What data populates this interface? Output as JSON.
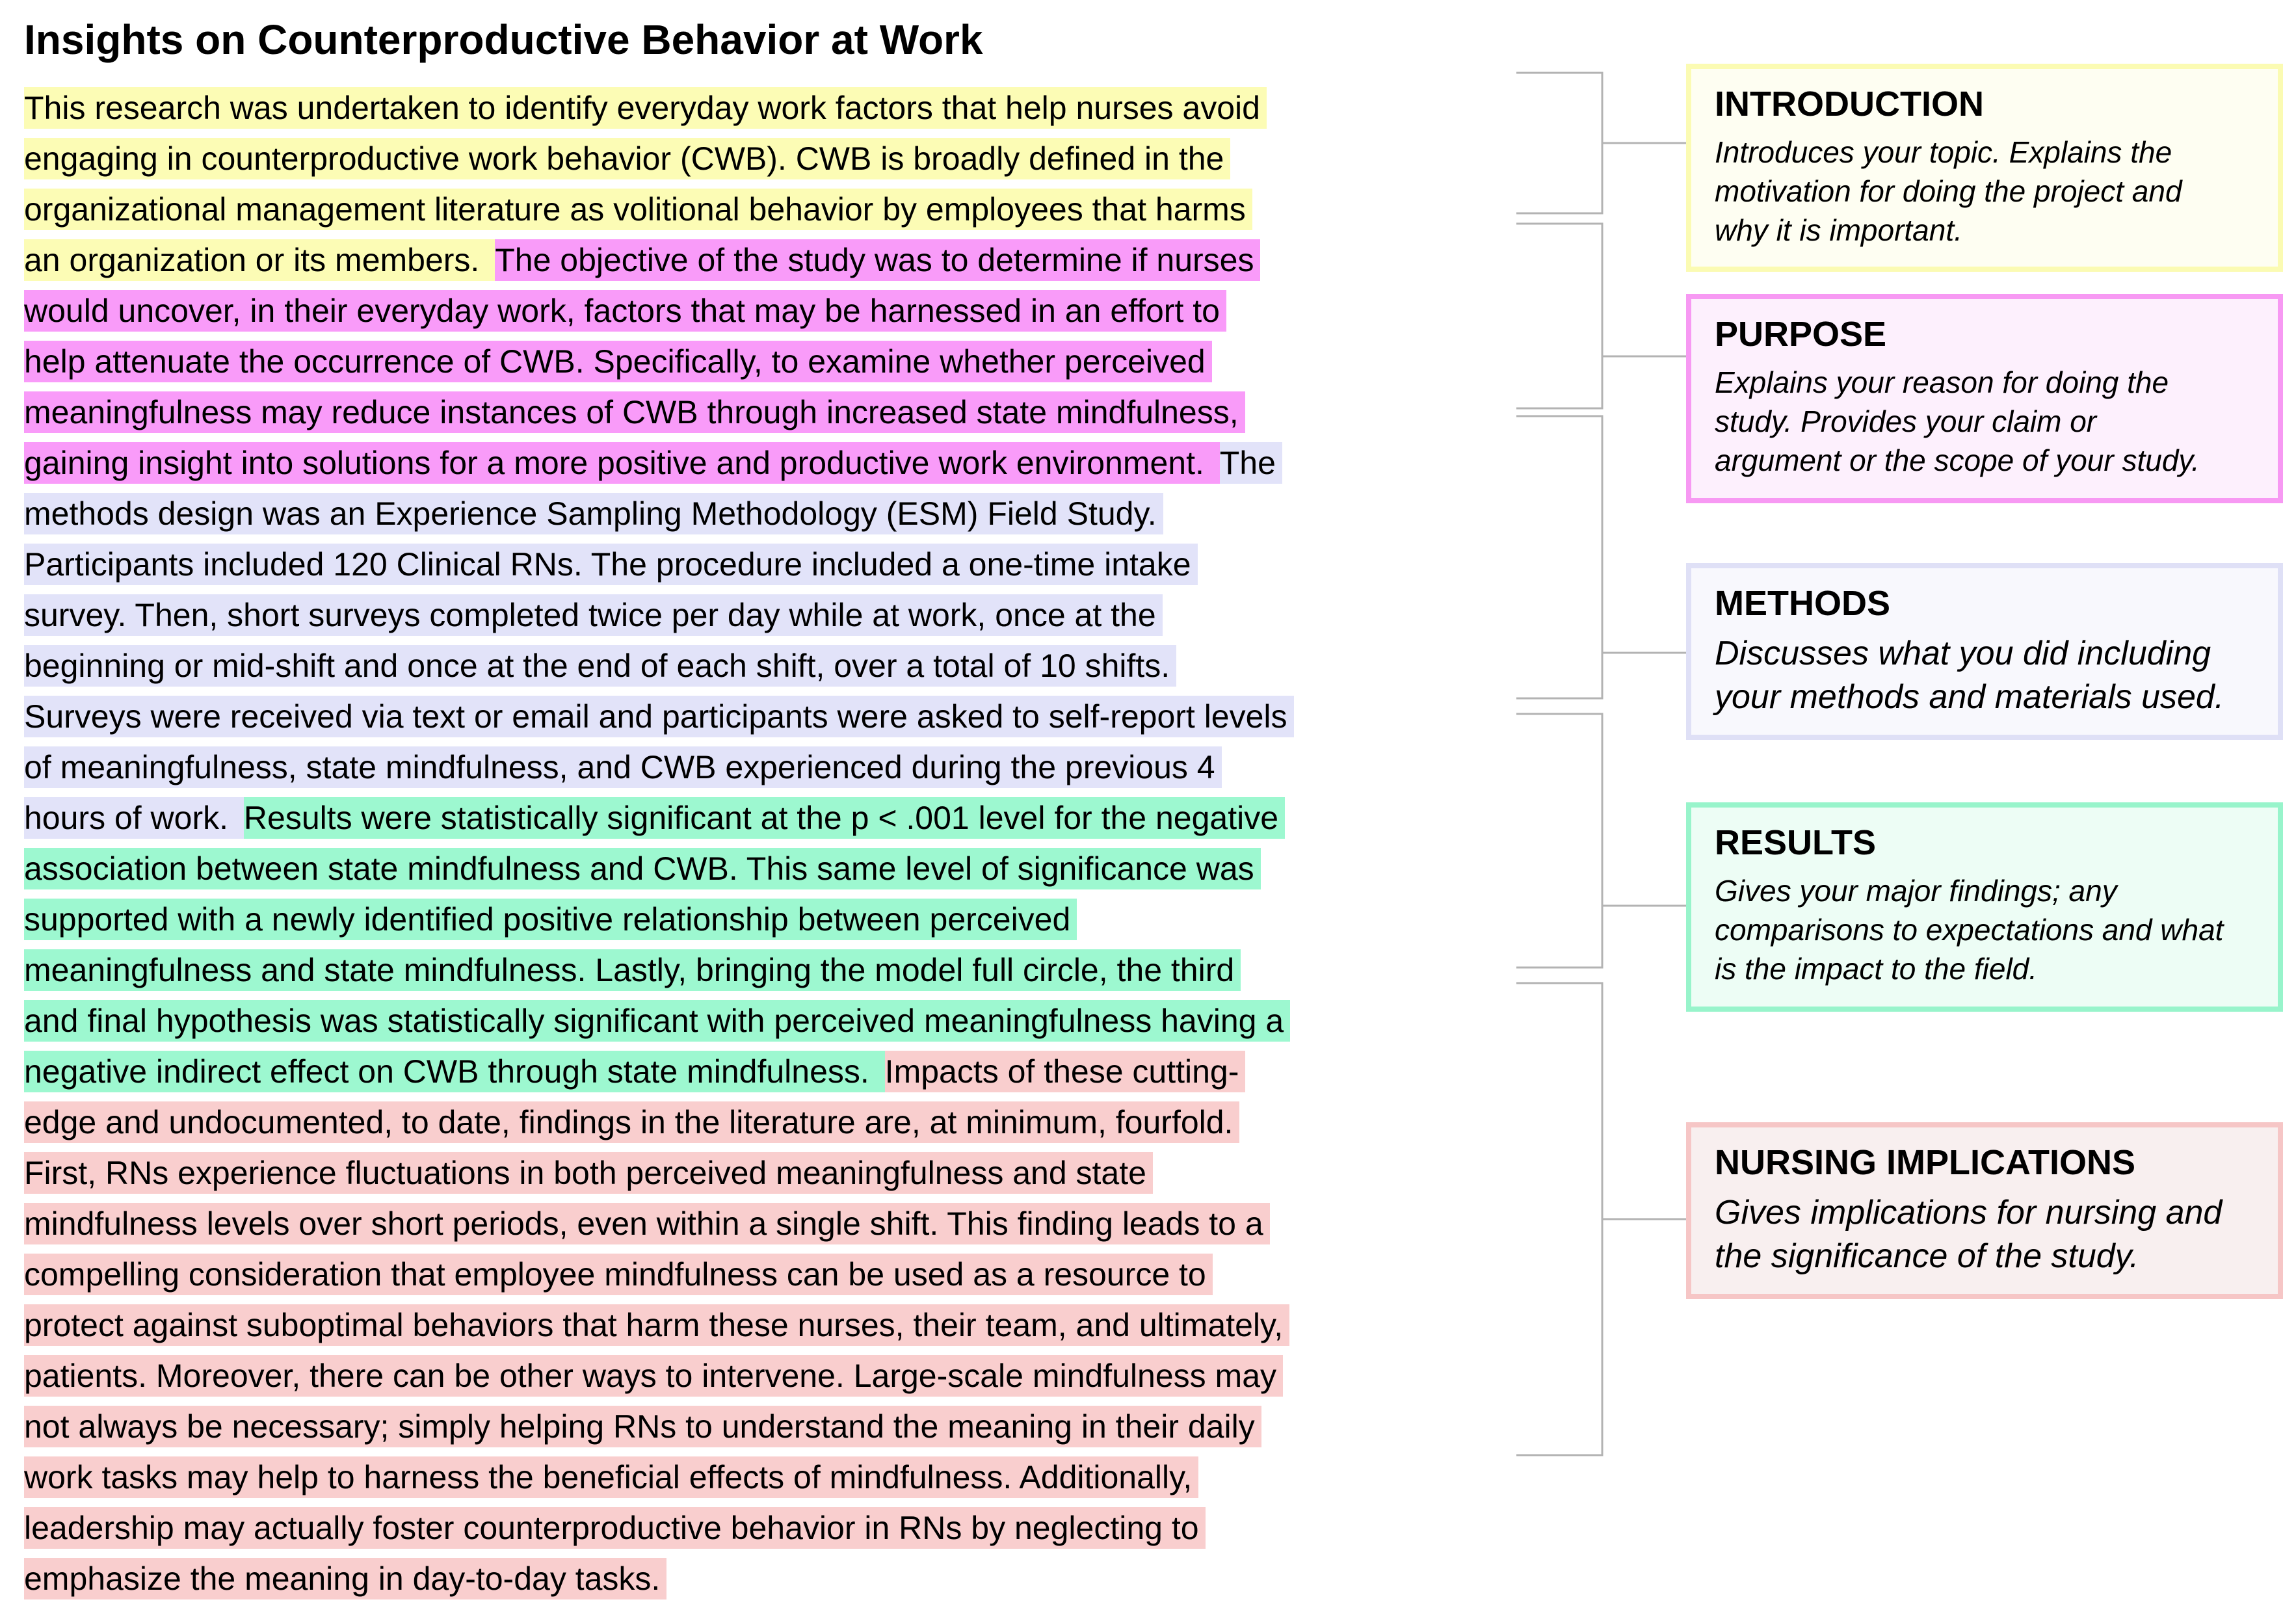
{
  "title": "Insights on Counterproductive Behavior at Work",
  "colors": {
    "introduction": {
      "highlight": "#fcfcb5",
      "box_fill": "#fefef2",
      "box_border": "#fbfbb3"
    },
    "purpose": {
      "highlight": "#f99bf9",
      "box_fill": "#fdf0fd",
      "box_border": "#f799f3"
    },
    "methods": {
      "highlight": "#e2e3f9",
      "box_fill": "#f8f8fd",
      "box_border": "#dfe0f6"
    },
    "results": {
      "highlight": "#9df8d0",
      "box_fill": "#edfdf5",
      "box_border": "#98f4cb"
    },
    "nursing": {
      "highlight": "#f9cece",
      "box_fill": "#f8efef",
      "box_border": "#f6c6c6"
    },
    "bracket": "#b3b3b3"
  },
  "abstract_lines": [
    {
      "segs": [
        {
          "cat": "introduction",
          "text": "This research was undertaken to identify everyday work factors that help nurses avoid"
        }
      ]
    },
    {
      "segs": [
        {
          "cat": "introduction",
          "text": "engaging in counterproductive work behavior (CWB). CWB is broadly defined in the"
        }
      ]
    },
    {
      "segs": [
        {
          "cat": "introduction",
          "text": "organizational management literature as volitional behavior by employees that harms"
        }
      ]
    },
    {
      "segs": [
        {
          "cat": "introduction",
          "text": "an organization or its members.  "
        },
        {
          "cat": "purpose",
          "text": "The objective of the study was to determine if nurses"
        }
      ]
    },
    {
      "segs": [
        {
          "cat": "purpose",
          "text": "would uncover, in their everyday work, factors that may be harnessed in an effort to"
        }
      ]
    },
    {
      "segs": [
        {
          "cat": "purpose",
          "text": "help attenuate the occurrence of CWB. Specifically, to examine whether perceived"
        }
      ]
    },
    {
      "segs": [
        {
          "cat": "purpose",
          "text": "meaningfulness may reduce instances of CWB through increased state mindfulness,"
        }
      ]
    },
    {
      "segs": [
        {
          "cat": "purpose",
          "text": "gaining insight into solutions for a more positive and productive work environment. "
        },
        {
          "cat": "methods",
          "text": "The"
        }
      ]
    },
    {
      "segs": [
        {
          "cat": "methods",
          "text": "methods design was an Experience Sampling Methodology (ESM) Field Study."
        }
      ]
    },
    {
      "segs": [
        {
          "cat": "methods",
          "text": "Participants included 120 Clinical RNs. The procedure included a one-time intake"
        }
      ]
    },
    {
      "segs": [
        {
          "cat": "methods",
          "text": "survey. Then, short surveys completed twice per day while at work, once at the"
        }
      ]
    },
    {
      "segs": [
        {
          "cat": "methods",
          "text": "beginning or mid-shift and once at the end of each shift, over a total of 10 shifts."
        }
      ]
    },
    {
      "segs": [
        {
          "cat": "methods",
          "text": "Surveys were received via text or email and participants were asked to self-report levels"
        }
      ]
    },
    {
      "segs": [
        {
          "cat": "methods",
          "text": "of meaningfulness, state mindfulness, and CWB experienced during the previous 4"
        }
      ]
    },
    {
      "segs": [
        {
          "cat": "methods",
          "text": "hours of work.  "
        },
        {
          "cat": "results",
          "text": "Results were statistically significant at the p < .001 level for the negative"
        }
      ]
    },
    {
      "segs": [
        {
          "cat": "results",
          "text": "association between state mindfulness and CWB. This same level of significance was"
        }
      ]
    },
    {
      "segs": [
        {
          "cat": "results",
          "text": "supported with a newly identified positive relationship between perceived"
        }
      ]
    },
    {
      "segs": [
        {
          "cat": "results",
          "text": "meaningfulness and state mindfulness. Lastly, bringing the model full circle, the third"
        }
      ]
    },
    {
      "segs": [
        {
          "cat": "results",
          "text": "and final hypothesis was statistically significant with perceived meaningfulness having a"
        }
      ]
    },
    {
      "segs": [
        {
          "cat": "results",
          "text": "negative indirect effect on CWB through state mindfulness.  "
        },
        {
          "cat": "nursing",
          "text": "Impacts of these cutting-"
        }
      ]
    },
    {
      "segs": [
        {
          "cat": "nursing",
          "text": "edge and undocumented, to date, findings in the literature are, at minimum, fourfold."
        }
      ]
    },
    {
      "segs": [
        {
          "cat": "nursing",
          "text": "First, RNs experience fluctuations in both perceived meaningfulness and state"
        }
      ]
    },
    {
      "segs": [
        {
          "cat": "nursing",
          "text": "mindfulness levels over short periods, even within a single shift. This finding leads to a"
        }
      ]
    },
    {
      "segs": [
        {
          "cat": "nursing",
          "text": "compelling consideration that employee mindfulness can be used as a resource to"
        }
      ]
    },
    {
      "segs": [
        {
          "cat": "nursing",
          "text": "protect against suboptimal behaviors that harm these nurses, their team, and ultimately,"
        }
      ]
    },
    {
      "segs": [
        {
          "cat": "nursing",
          "text": "patients. Moreover, there can be other ways to intervene. Large-scale mindfulness may"
        }
      ]
    },
    {
      "segs": [
        {
          "cat": "nursing",
          "text": "not always be necessary; simply helping RNs to understand the meaning in their daily"
        }
      ]
    },
    {
      "segs": [
        {
          "cat": "nursing",
          "text": "work tasks may help to harness the beneficial effects of mindfulness. Additionally,"
        }
      ]
    },
    {
      "segs": [
        {
          "cat": "nursing",
          "text": "leadership may actually foster counterproductive behavior in RNs by neglecting to"
        }
      ]
    },
    {
      "segs": [
        {
          "cat": "nursing",
          "text": "emphasize the meaning in day-to-day tasks."
        }
      ]
    }
  ],
  "labels": {
    "introduction": {
      "title": "INTRODUCTION",
      "desc_lines": [
        "Introduces your topic.  Explains the",
        "motivation for doing the project and",
        "why it is important."
      ]
    },
    "purpose": {
      "title": "PURPOSE",
      "desc_lines": [
        "Explains your reason  for doing the",
        "study. Provides your claim or",
        "argument or the  scope of your study."
      ]
    },
    "methods": {
      "title": "METHODS",
      "desc_lines": [
        "Discusses what you did including",
        "your methods and materials used."
      ]
    },
    "results": {
      "title": "RESULTS",
      "desc_lines": [
        "Gives your major findings; any",
        "comparisons to expectations and what",
        "is the impact to the field."
      ]
    },
    "nursing": {
      "title": "NURSING IMPLICATIONS",
      "desc_lines": [
        "Gives implications for nursing and",
        "the significance of the study."
      ]
    }
  }
}
